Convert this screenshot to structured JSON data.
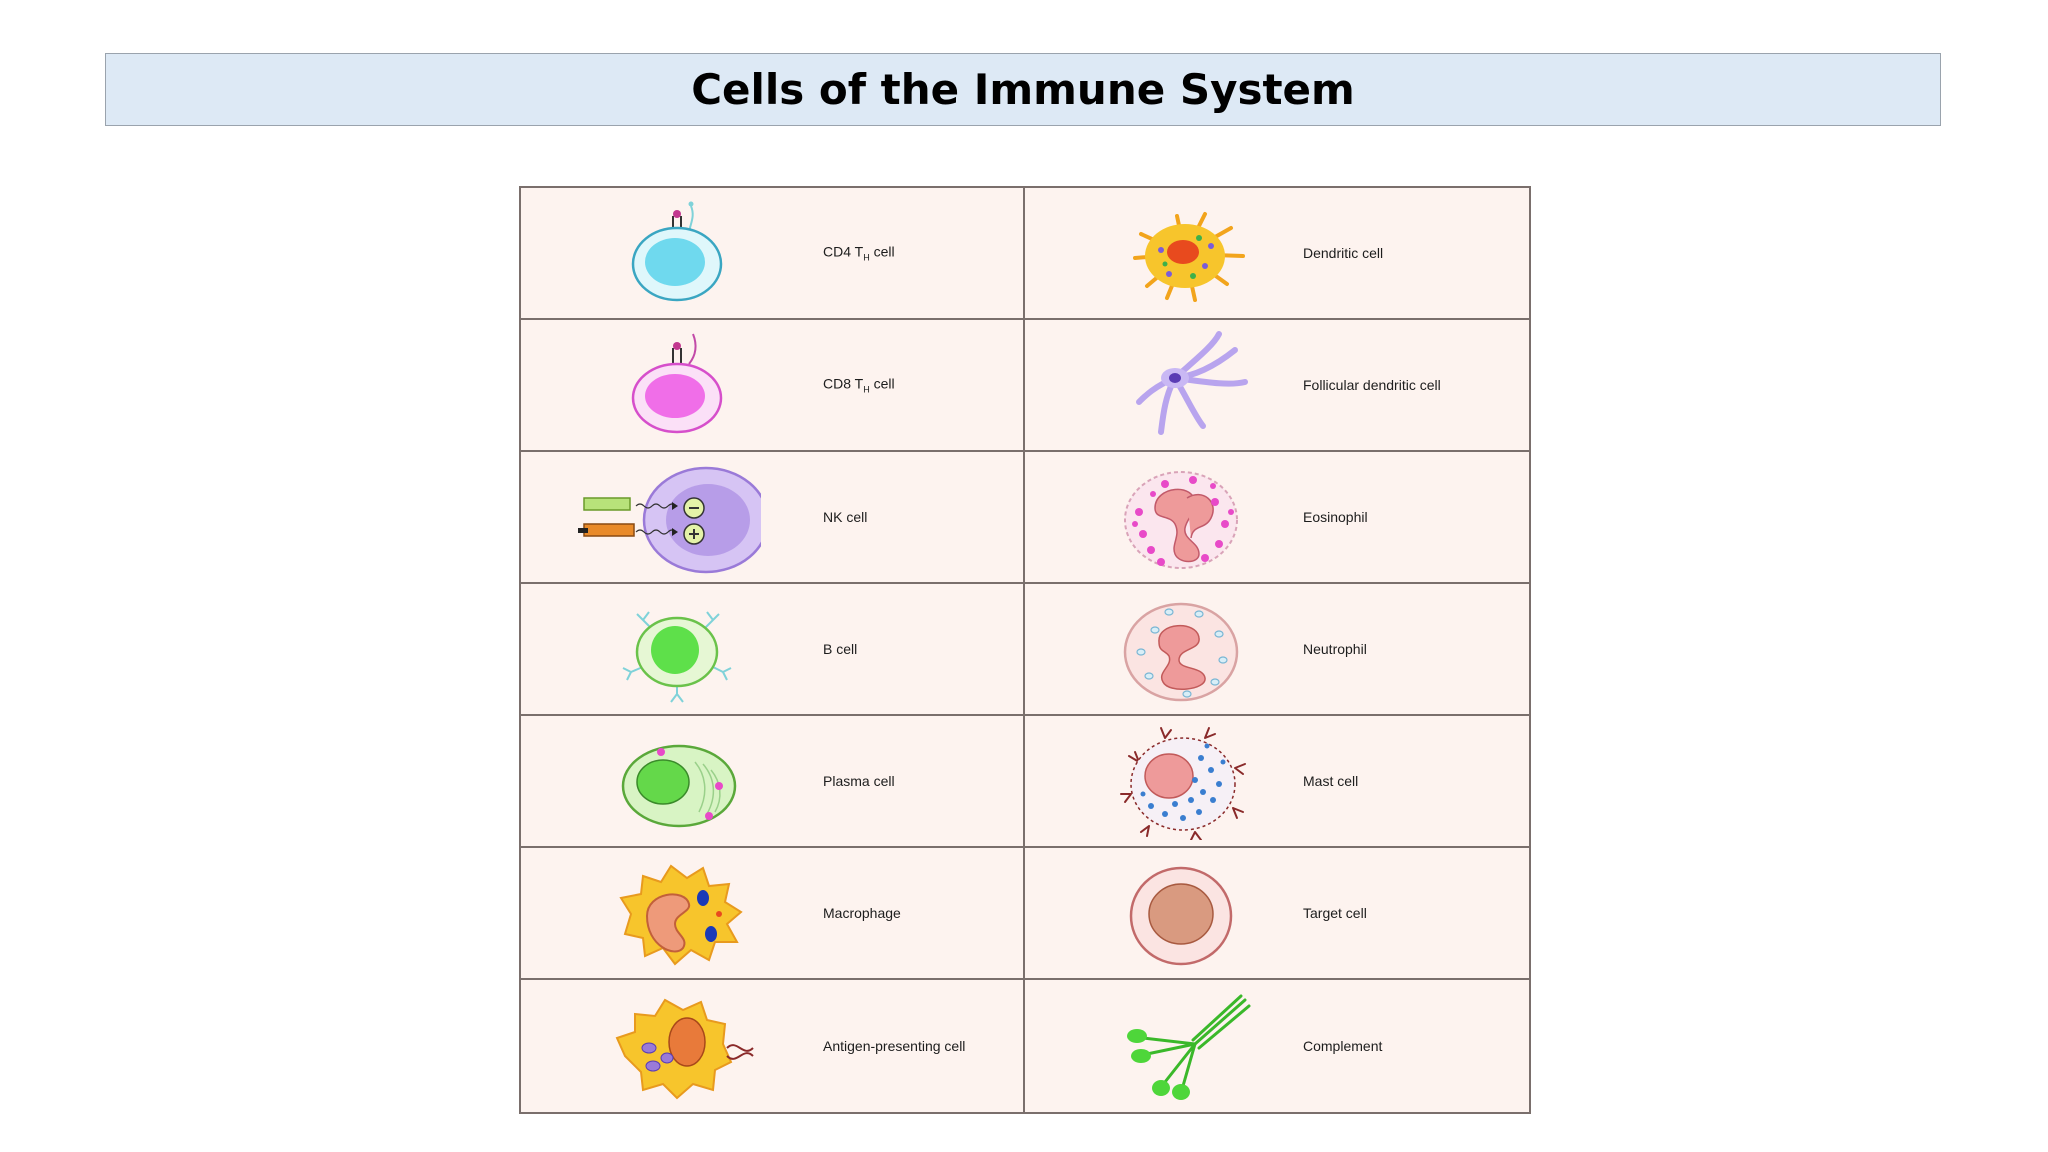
{
  "title": "Cells of the Immune System",
  "cells": [
    {
      "key": "cd4",
      "label": "CD4 T",
      "sub": "H",
      "suffix": "cell",
      "icon": "cd4-t-cell-icon",
      "color": "#6fd9ee"
    },
    {
      "key": "dendritic",
      "label": "Dendritic cell",
      "icon": "dendritic-cell-icon",
      "color": "#f7c52c"
    },
    {
      "key": "cd8",
      "label": "CD8 T",
      "sub": "H",
      "suffix": "cell",
      "icon": "cd8-t-cell-icon",
      "color": "#f06ee8"
    },
    {
      "key": "follicular",
      "label": "Follicular dendritic cell",
      "icon": "follicular-dendritic-cell-icon",
      "color": "#b8a4ee"
    },
    {
      "key": "nk",
      "label": "NK cell",
      "icon": "nk-cell-icon",
      "color": "#c9aef0"
    },
    {
      "key": "eosinophil",
      "label": "Eosinophil",
      "icon": "eosinophil-icon",
      "color": "#ee6fd0"
    },
    {
      "key": "bcell",
      "label": "B cell",
      "icon": "b-cell-icon",
      "color": "#5ee04a"
    },
    {
      "key": "neutrophil",
      "label": "Neutrophil",
      "icon": "neutrophil-icon",
      "color": "#e89a9a"
    },
    {
      "key": "plasma",
      "label": "Plasma cell",
      "icon": "plasma-cell-icon",
      "color": "#64d84a"
    },
    {
      "key": "mast",
      "label": "Mast cell",
      "icon": "mast-cell-icon",
      "color": "#3a7ed0"
    },
    {
      "key": "macrophage",
      "label": "Macrophage",
      "icon": "macrophage-icon",
      "color": "#f7b21e"
    },
    {
      "key": "target",
      "label": "Target cell",
      "icon": "target-cell-icon",
      "color": "#d99a80"
    },
    {
      "key": "apc",
      "label": "Antigen-presenting cell",
      "icon": "antigen-presenting-cell-icon",
      "color": "#f7c52c"
    },
    {
      "key": "complement",
      "label": "Complement",
      "icon": "complement-icon",
      "color": "#4ed63a"
    }
  ]
}
